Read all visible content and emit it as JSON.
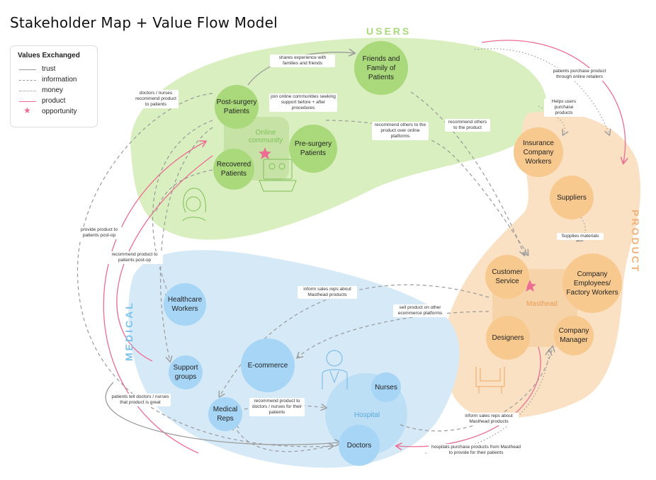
{
  "title": "Stakeholder Map + Value Flow Model",
  "legend": {
    "title": "Values Exchanged",
    "items": [
      {
        "label": "trust",
        "style": "solid",
        "color": "#999999"
      },
      {
        "label": "information",
        "style": "dashed",
        "color": "#999999"
      },
      {
        "label": "money",
        "style": "dotted",
        "color": "#999999"
      },
      {
        "label": "product",
        "style": "solid",
        "color": "#ec6c92"
      },
      {
        "label": "opportunity",
        "style": "star",
        "color": "#ec6c92"
      }
    ]
  },
  "zones": {
    "users": "USERS",
    "product": "PRODUCT",
    "medical": "MEDICAL"
  },
  "groups": {
    "online_community": "Online community",
    "masthead": "Masthead",
    "hospital": "Hospital"
  },
  "nodes": {
    "friends_family": "Friends and Family of Patients",
    "post_surgery": "Post-surgery Patients",
    "pre_surgery": "Pre-surgery Patients",
    "recovered": "Recovered Patients",
    "insurance": "Insurance Company Workers",
    "suppliers": "Suppliers",
    "customer_service": "Customer Service",
    "employees": "Company Employees/ Factory Workers",
    "designers": "Designers",
    "company_manager": "Company Manager",
    "healthcare_workers": "Healthcare Workers",
    "support_groups": "Support groups",
    "ecommerce": "E-commerce",
    "medical_reps": "Medical Reps",
    "nurses": "Nurses",
    "doctors": "Doctors"
  },
  "annotations": {
    "shares_experience": "shares experience with families and friends",
    "doctors_recommend": "doctors / nurses recommend product to patients",
    "join_online": "join online communities seeking support before + after procedures",
    "recommend_online": "recommend others to the product over online platforms",
    "recommend_others": "recommend others to the product",
    "purchase_online": "patients purchase product through online retailers",
    "helps_users": "Helps users purchase products",
    "supplies_materials": "Supplies materials",
    "provide_post_op": "provide product to patients post-op",
    "recommend_post_op": "recommend product to patients post-op",
    "inform_reps_top": "inform sales reps about Masthead products",
    "sell_other": "sell product on other ecommerce platforms",
    "recommend_to_doctors": "recommend product to doctors / nurses for their patients",
    "patients_tell": "patients tell doctors / nurses that product is great",
    "inform_reps_bottom": "inform sales reps about Masthead products",
    "hospitals_purchase": "hospitals purchase products from Masthead to provide for their patients"
  },
  "colors": {
    "users_blob": "#d9efbf",
    "product_blob": "#fbe1c4",
    "medical_blob": "#d6e9f7",
    "users_node": "#a9d97a",
    "product_node": "#f8c98e",
    "medical_node": "#a6d5f5",
    "product_arrow": "#ec6c92",
    "info_arrow": "#9a9a9a",
    "users_label": "#a9d97a",
    "product_label": "#f3b27a",
    "medical_label": "#7cc2ee"
  }
}
